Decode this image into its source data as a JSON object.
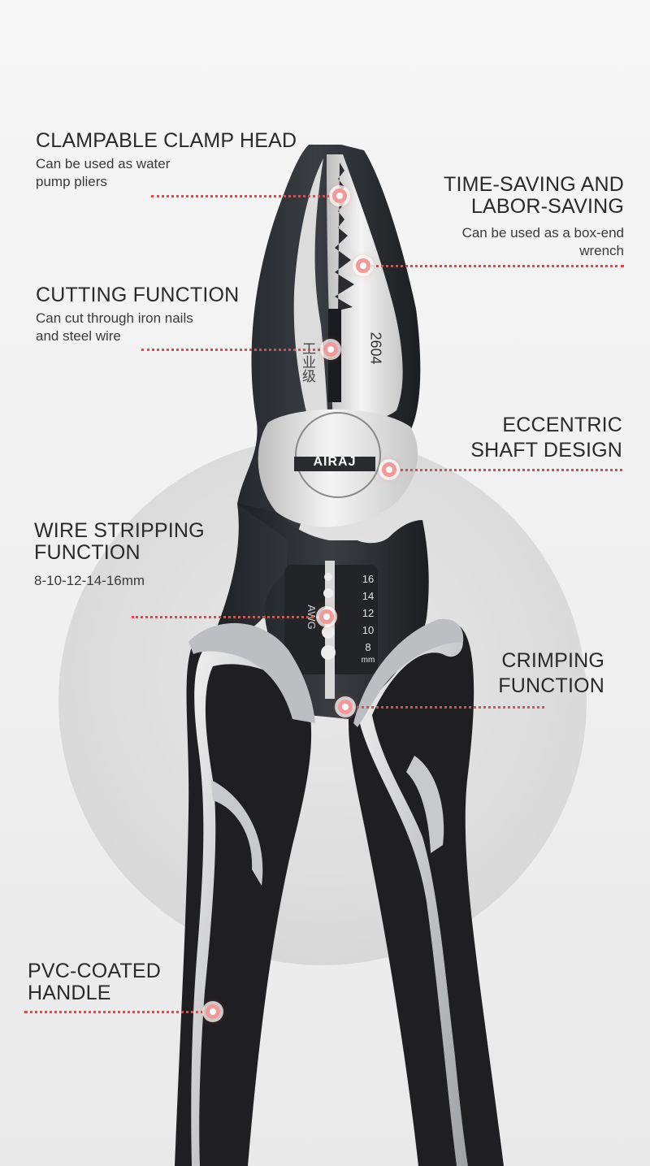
{
  "features": {
    "clamp_head": {
      "title": "CLAMPABLE CLAMP HEAD",
      "desc_line1": "Can be used as water",
      "desc_line2": "pump pliers"
    },
    "time_saving": {
      "title_line1": "TIME-SAVING AND",
      "title_line2": "LABOR-SAVING",
      "desc_line1": "Can be used as a box-end",
      "desc_line2": "wrench"
    },
    "cutting": {
      "title": "CUTTING FUNCTION",
      "desc_line1": "Can cut through iron nails",
      "desc_line2": "and steel wire"
    },
    "eccentric": {
      "title_line1": "ECCENTRIC",
      "title_line2": "SHAFT DESIGN"
    },
    "wire_stripping": {
      "title_line1": "WIRE STRIPPING",
      "title_line2": "FUNCTION",
      "desc": "8-10-12-14-16mm"
    },
    "crimping": {
      "title_line1": "CRIMPING",
      "title_line2": "FUNCTION"
    },
    "handle": {
      "title_line1": "PVC-COATED",
      "title_line2": "HANDLE"
    }
  },
  "tool_markings": {
    "model": "2604",
    "grade": "工业级",
    "brand": "AIRAJ",
    "awg_label": "AWG",
    "gauges": [
      "16",
      "14",
      "12",
      "10",
      "8"
    ],
    "unit": "mm"
  },
  "colors": {
    "accent": "#e34a4a",
    "metal_dark": "#2d2f33",
    "steel_light": "#e6e6e6",
    "handle_black": "#1f1f22",
    "handle_grey": "#bcbec2"
  }
}
